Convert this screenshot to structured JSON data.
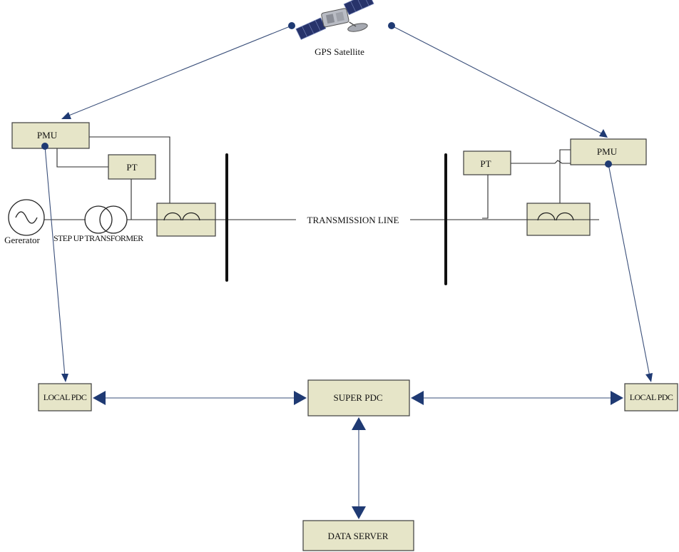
{
  "satellite": {
    "label": "GPS Satellite",
    "icon": "satellite-icon"
  },
  "pmu_left": {
    "label": "PMU"
  },
  "pmu_right": {
    "label": "PMU"
  },
  "pt_left": {
    "label": "PT"
  },
  "pt_right": {
    "label": "PT"
  },
  "generator": {
    "label": "Gererator",
    "icon": "ac-generator-icon"
  },
  "transformer": {
    "label": "STEP UP TRANSFORMER",
    "icon": "transformer-icon"
  },
  "transmission_line": {
    "label": "TRANSMISSION LINE"
  },
  "local_pdc_left": {
    "label": "LOCAL PDC"
  },
  "local_pdc_right": {
    "label": "LOCAL PDC"
  },
  "super_pdc": {
    "label": "SUPER PDC"
  },
  "data_server": {
    "label": "DATA SERVER"
  },
  "colors": {
    "box_fill": "#e6e5c8",
    "link": "#3a4f7a",
    "marker": "#1f3a73"
  }
}
